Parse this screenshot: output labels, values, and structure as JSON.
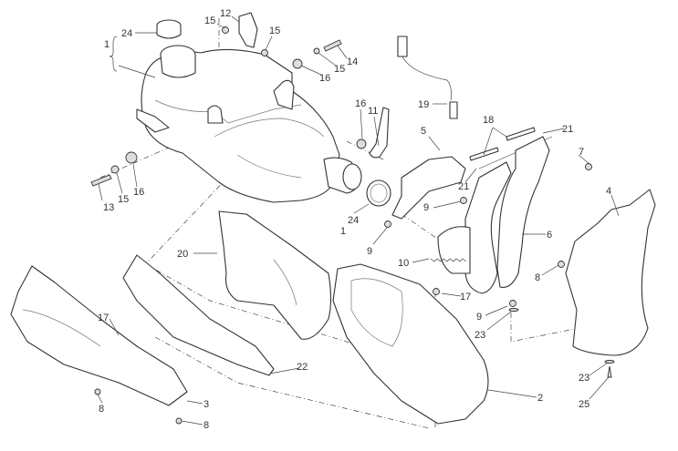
{
  "diagram": {
    "type": "exploded-parts-view",
    "callouts": [
      "1",
      "24",
      "12",
      "15",
      "15",
      "15",
      "16",
      "14",
      "16",
      "11",
      "19",
      "18",
      "21",
      "5",
      "7",
      "21",
      "13",
      "15",
      "16",
      "24",
      "1",
      "9",
      "9",
      "6",
      "4",
      "20",
      "10",
      "8",
      "17",
      "9",
      "23",
      "17",
      "22",
      "2",
      "23",
      "25",
      "8",
      "3",
      "8"
    ]
  }
}
